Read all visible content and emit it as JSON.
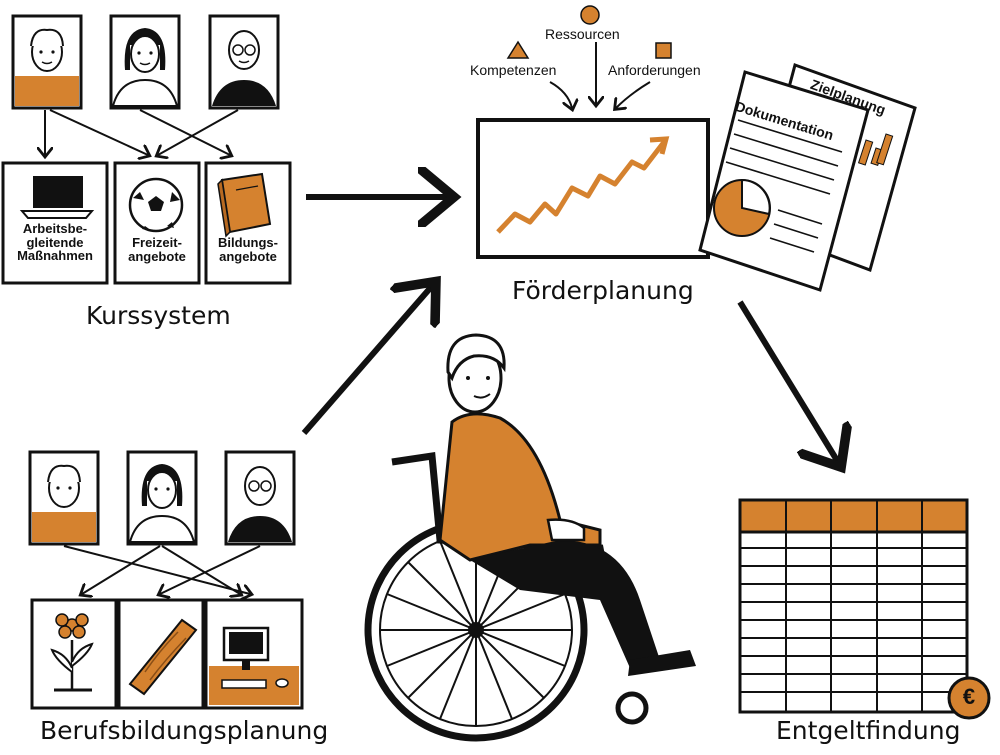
{
  "colors": {
    "accent": "#D5822F",
    "ink": "#111111",
    "paper": "#ffffff"
  },
  "kurssystem": {
    "title": "Kurssystem",
    "tiles": [
      {
        "label": "Arbeitsbe-\ngleitende\nMaßnahmen",
        "icon": "laptop-icon"
      },
      {
        "label": "Freizeit-\nangebote",
        "icon": "soccer-ball-icon"
      },
      {
        "label": "Bildungs-\nangebote",
        "icon": "book-icon"
      }
    ]
  },
  "foerderplanung": {
    "title": "Förderplanung",
    "inputs": [
      "Ressourcen",
      "Kompetenzen",
      "Anforderungen"
    ],
    "documents": [
      "Dokumentation",
      "Zielplanung"
    ]
  },
  "berufsbildung": {
    "title": "Berufsbildungsplanung",
    "tiles": [
      {
        "icon": "flower-icon"
      },
      {
        "icon": "wood-plank-icon"
      },
      {
        "icon": "computer-icon"
      }
    ]
  },
  "entgelt": {
    "title": "Entgeltfindung",
    "currency": "€"
  }
}
